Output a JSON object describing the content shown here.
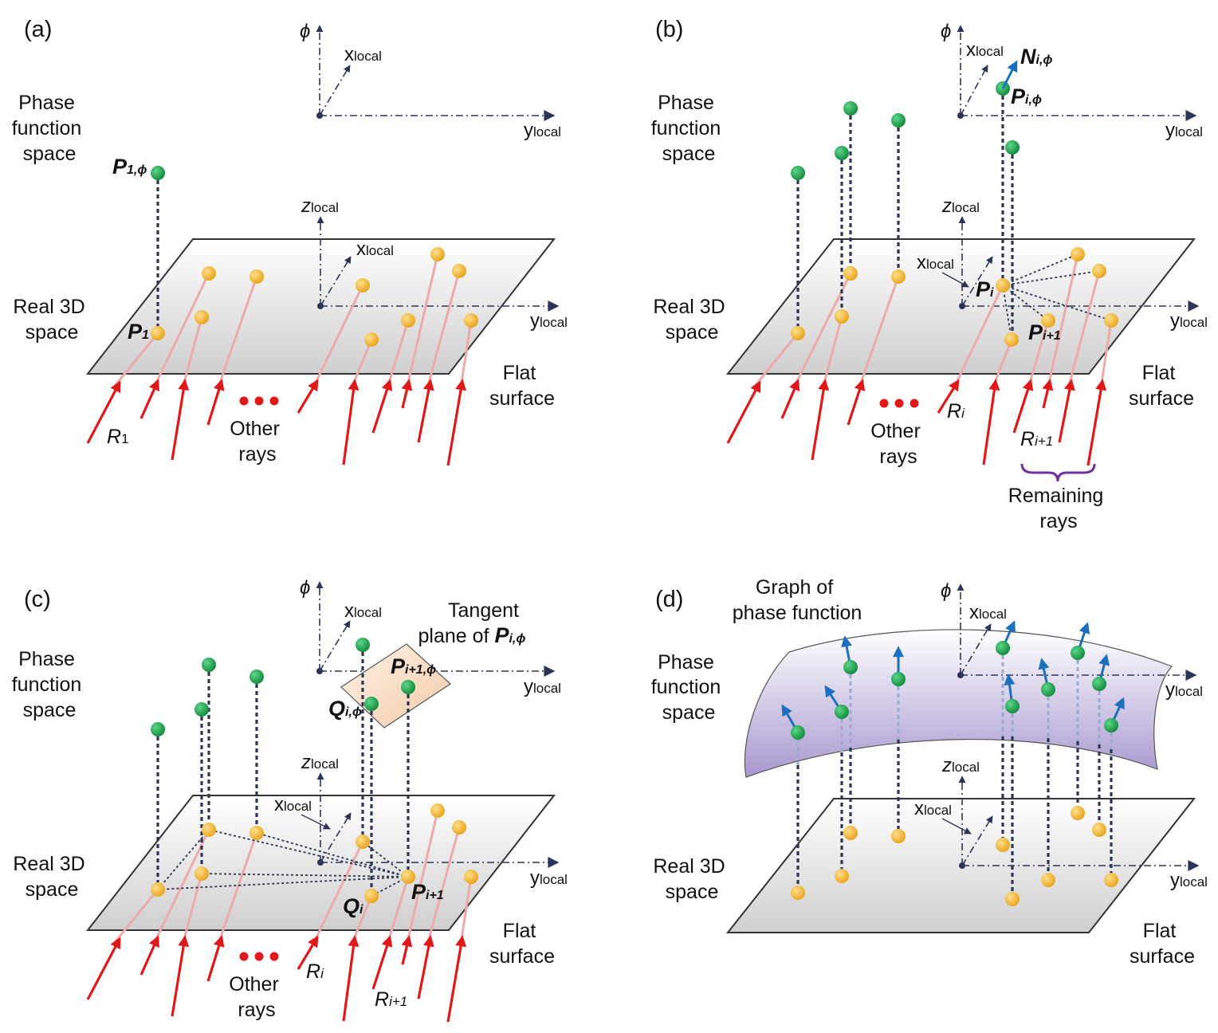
{
  "panels": {
    "a": {
      "tag": "(a)",
      "phase_space": [
        "Phase",
        "function",
        "space"
      ],
      "real_space": [
        "Real 3D",
        "space"
      ],
      "flat_surface": [
        "Flat",
        "surface"
      ],
      "other_rays": [
        "Other",
        "rays"
      ],
      "p1": "P",
      "p1_sub": "1",
      "p1phi": "P",
      "p1phi_sub": "1,ϕ",
      "r1": "R",
      "r1_sub": "1"
    },
    "b": {
      "tag": "(b)",
      "phase_space": [
        "Phase",
        "function",
        "space"
      ],
      "real_space": [
        "Real 3D",
        "space"
      ],
      "flat_surface": [
        "Flat",
        "surface"
      ],
      "other_rays": [
        "Other",
        "rays"
      ],
      "remaining_rays": [
        "Remaining",
        "rays"
      ],
      "pi": "P",
      "pi_sub": "i",
      "pi1": "P",
      "pi1_sub": "i+1",
      "piphi": "P",
      "piphi_sub": "i,ϕ",
      "niphi": "N",
      "niphi_sub": "i,ϕ",
      "ri": "R",
      "ri_sub": "i",
      "ri1": "R",
      "ri1_sub": "i+1"
    },
    "c": {
      "tag": "(c)",
      "phase_space": [
        "Phase",
        "function",
        "space"
      ],
      "real_space": [
        "Real 3D",
        "space"
      ],
      "flat_surface": [
        "Flat",
        "surface"
      ],
      "other_rays": [
        "Other",
        "rays"
      ],
      "tangent": [
        "Tangent",
        "plane of "
      ],
      "tangent_p": "P",
      "tangent_p_sub": "i,ϕ",
      "pi1phi": "P",
      "pi1phi_sub": "i+1,ϕ",
      "qiphi": "Q",
      "qiphi_sub": "i,ϕ",
      "qi": "Q",
      "qi_sub": "i",
      "pi1": "P",
      "pi1_sub": "i+1",
      "ri": "R",
      "ri_sub": "i",
      "ri1": "R",
      "ri1_sub": "i+1"
    },
    "d": {
      "tag": "(d)",
      "graph": [
        "Graph of",
        "phase function"
      ],
      "phase_space": [
        "Phase",
        "function",
        "space"
      ],
      "real_space": [
        "Real 3D",
        "space"
      ],
      "flat_surface": [
        "Flat",
        "surface"
      ]
    }
  },
  "axes": {
    "phi": "ϕ",
    "x": "x",
    "y": "y",
    "z": "z",
    "sub": "local"
  },
  "colors": {
    "phase_point": "#1e9e4a",
    "surface_point": "#f2b533",
    "ray": "#e01818",
    "normal": "#1a6fbf",
    "axis": "#2b3559",
    "brace": "#7030a0"
  }
}
